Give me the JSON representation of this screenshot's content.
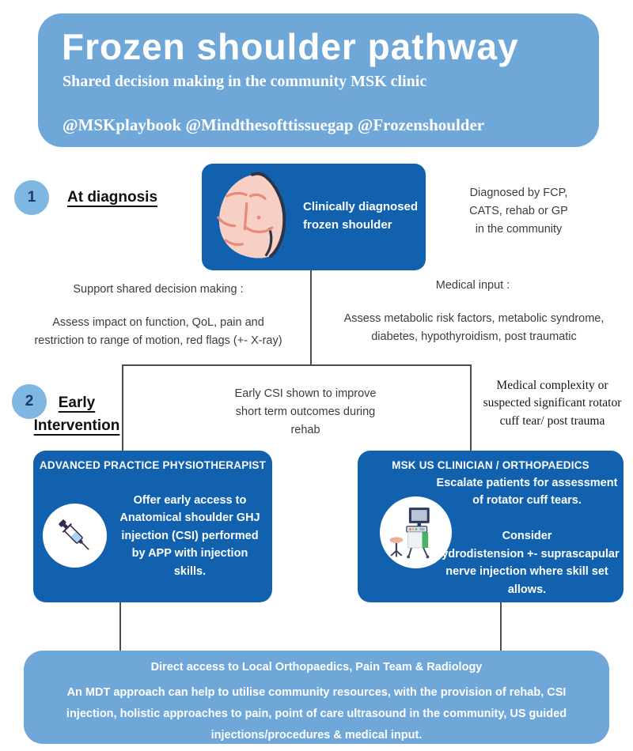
{
  "colors": {
    "light_blue": "#6ea7d8",
    "dark_blue": "#1161ae",
    "badge_blue": "#7fb7e3",
    "badge_number": "#1c3c64",
    "line_gray": "#4d4d4d",
    "text_dark": "#3c3c3c",
    "serif_dark": "#16161d"
  },
  "header": {
    "title": "Frozen shoulder pathway",
    "subtitle": "Shared decision making in the community MSK clinic",
    "handles": "@MSKplaybook @Mindthesofttissuegap @Frozenshoulder"
  },
  "step1": {
    "number": "1",
    "title": "At diagnosis",
    "diagnosis_box_label": "Clinically diagnosed\nfrozen shoulder",
    "diagnosed_by_note": "Diagnosed by FCP,\nCATS, rehab or GP\nin the community",
    "sdm_title": "Support shared decision making :",
    "sdm_body": "Assess impact on function, QoL, pain and\nrestriction to range of motion, red flags (+- X-ray)",
    "medical_title": "Medical input :",
    "medical_body": "Assess metabolic risk factors, metabolic syndrome,\ndiabetes, hypothyroidism, post traumatic"
  },
  "step2": {
    "number": "2",
    "title": "Early\nIntervention",
    "csi_note": "Early CSI shown to improve\nshort term outcomes during\nrehab",
    "complexity_note": "Medical complexity or\nsuspected significant rotator\ncuff tear/ post trauma",
    "app_box": {
      "header": "ADVANCED PRACTICE PHYSIOTHERAPIST",
      "icon": "syringe-icon",
      "body": "Offer early access to\nAnatomical shoulder GHJ\ninjection (CSI) performed\nby APP with injection\nskills."
    },
    "msk_box": {
      "header": "MSK US CLINICIAN / ORTHOPAEDICS",
      "icon": "ultrasound-machine-icon",
      "body": "Escalate patients for assessment\nof rotator cuff tears.\n\nConsider\nhydrodistension +- suprascapular\nnerve injection where skill set\nallows."
    }
  },
  "footer": {
    "title": "Direct access to Local Orthopaedics, Pain Team & Radiology",
    "body": "An MDT approach can help to utilise community resources, with the provision of rehab, CSI\ninjection, holistic approaches to pain, point of care ultrasound in the community, US guided\ninjections/procedures & medical input."
  }
}
